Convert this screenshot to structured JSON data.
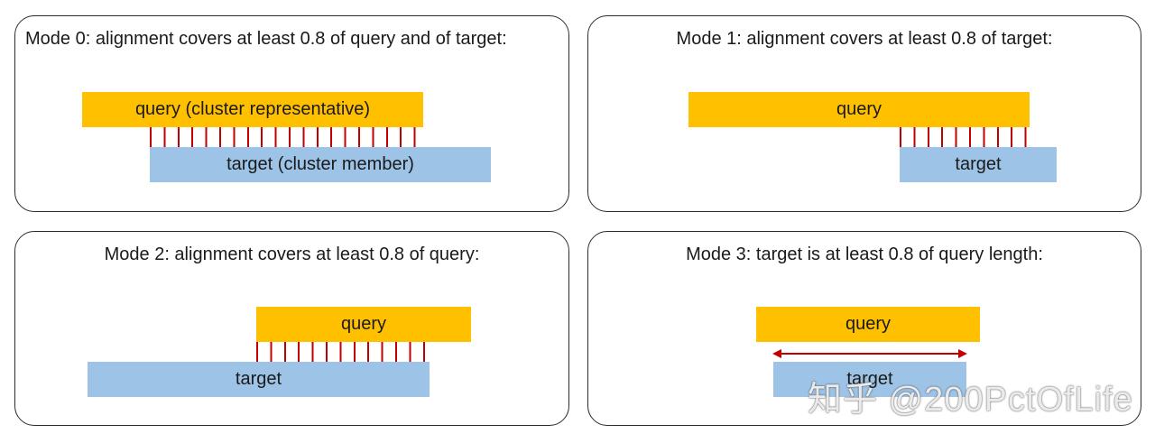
{
  "panels": [
    {
      "title": "Mode 0: alignment covers at least 0.8 of query and of target:",
      "query_label": "query (cluster representative)",
      "target_label": "target (cluster member)"
    },
    {
      "title": "Mode 1: alignment covers at least 0.8 of target:",
      "query_label": "query",
      "target_label": "target"
    },
    {
      "title": "Mode 2: alignment covers at least 0.8 of query:",
      "query_label": "query",
      "target_label": "target"
    },
    {
      "title": "Mode 3: target is at least 0.8 of query length:",
      "query_label": "query",
      "target_label": "target"
    }
  ],
  "colors": {
    "query": "#ffc000",
    "target": "#9dc3e6",
    "alignment": "#c00000",
    "border": "#2b2b2b"
  },
  "watermark": "知乎 @200PctOfLife"
}
